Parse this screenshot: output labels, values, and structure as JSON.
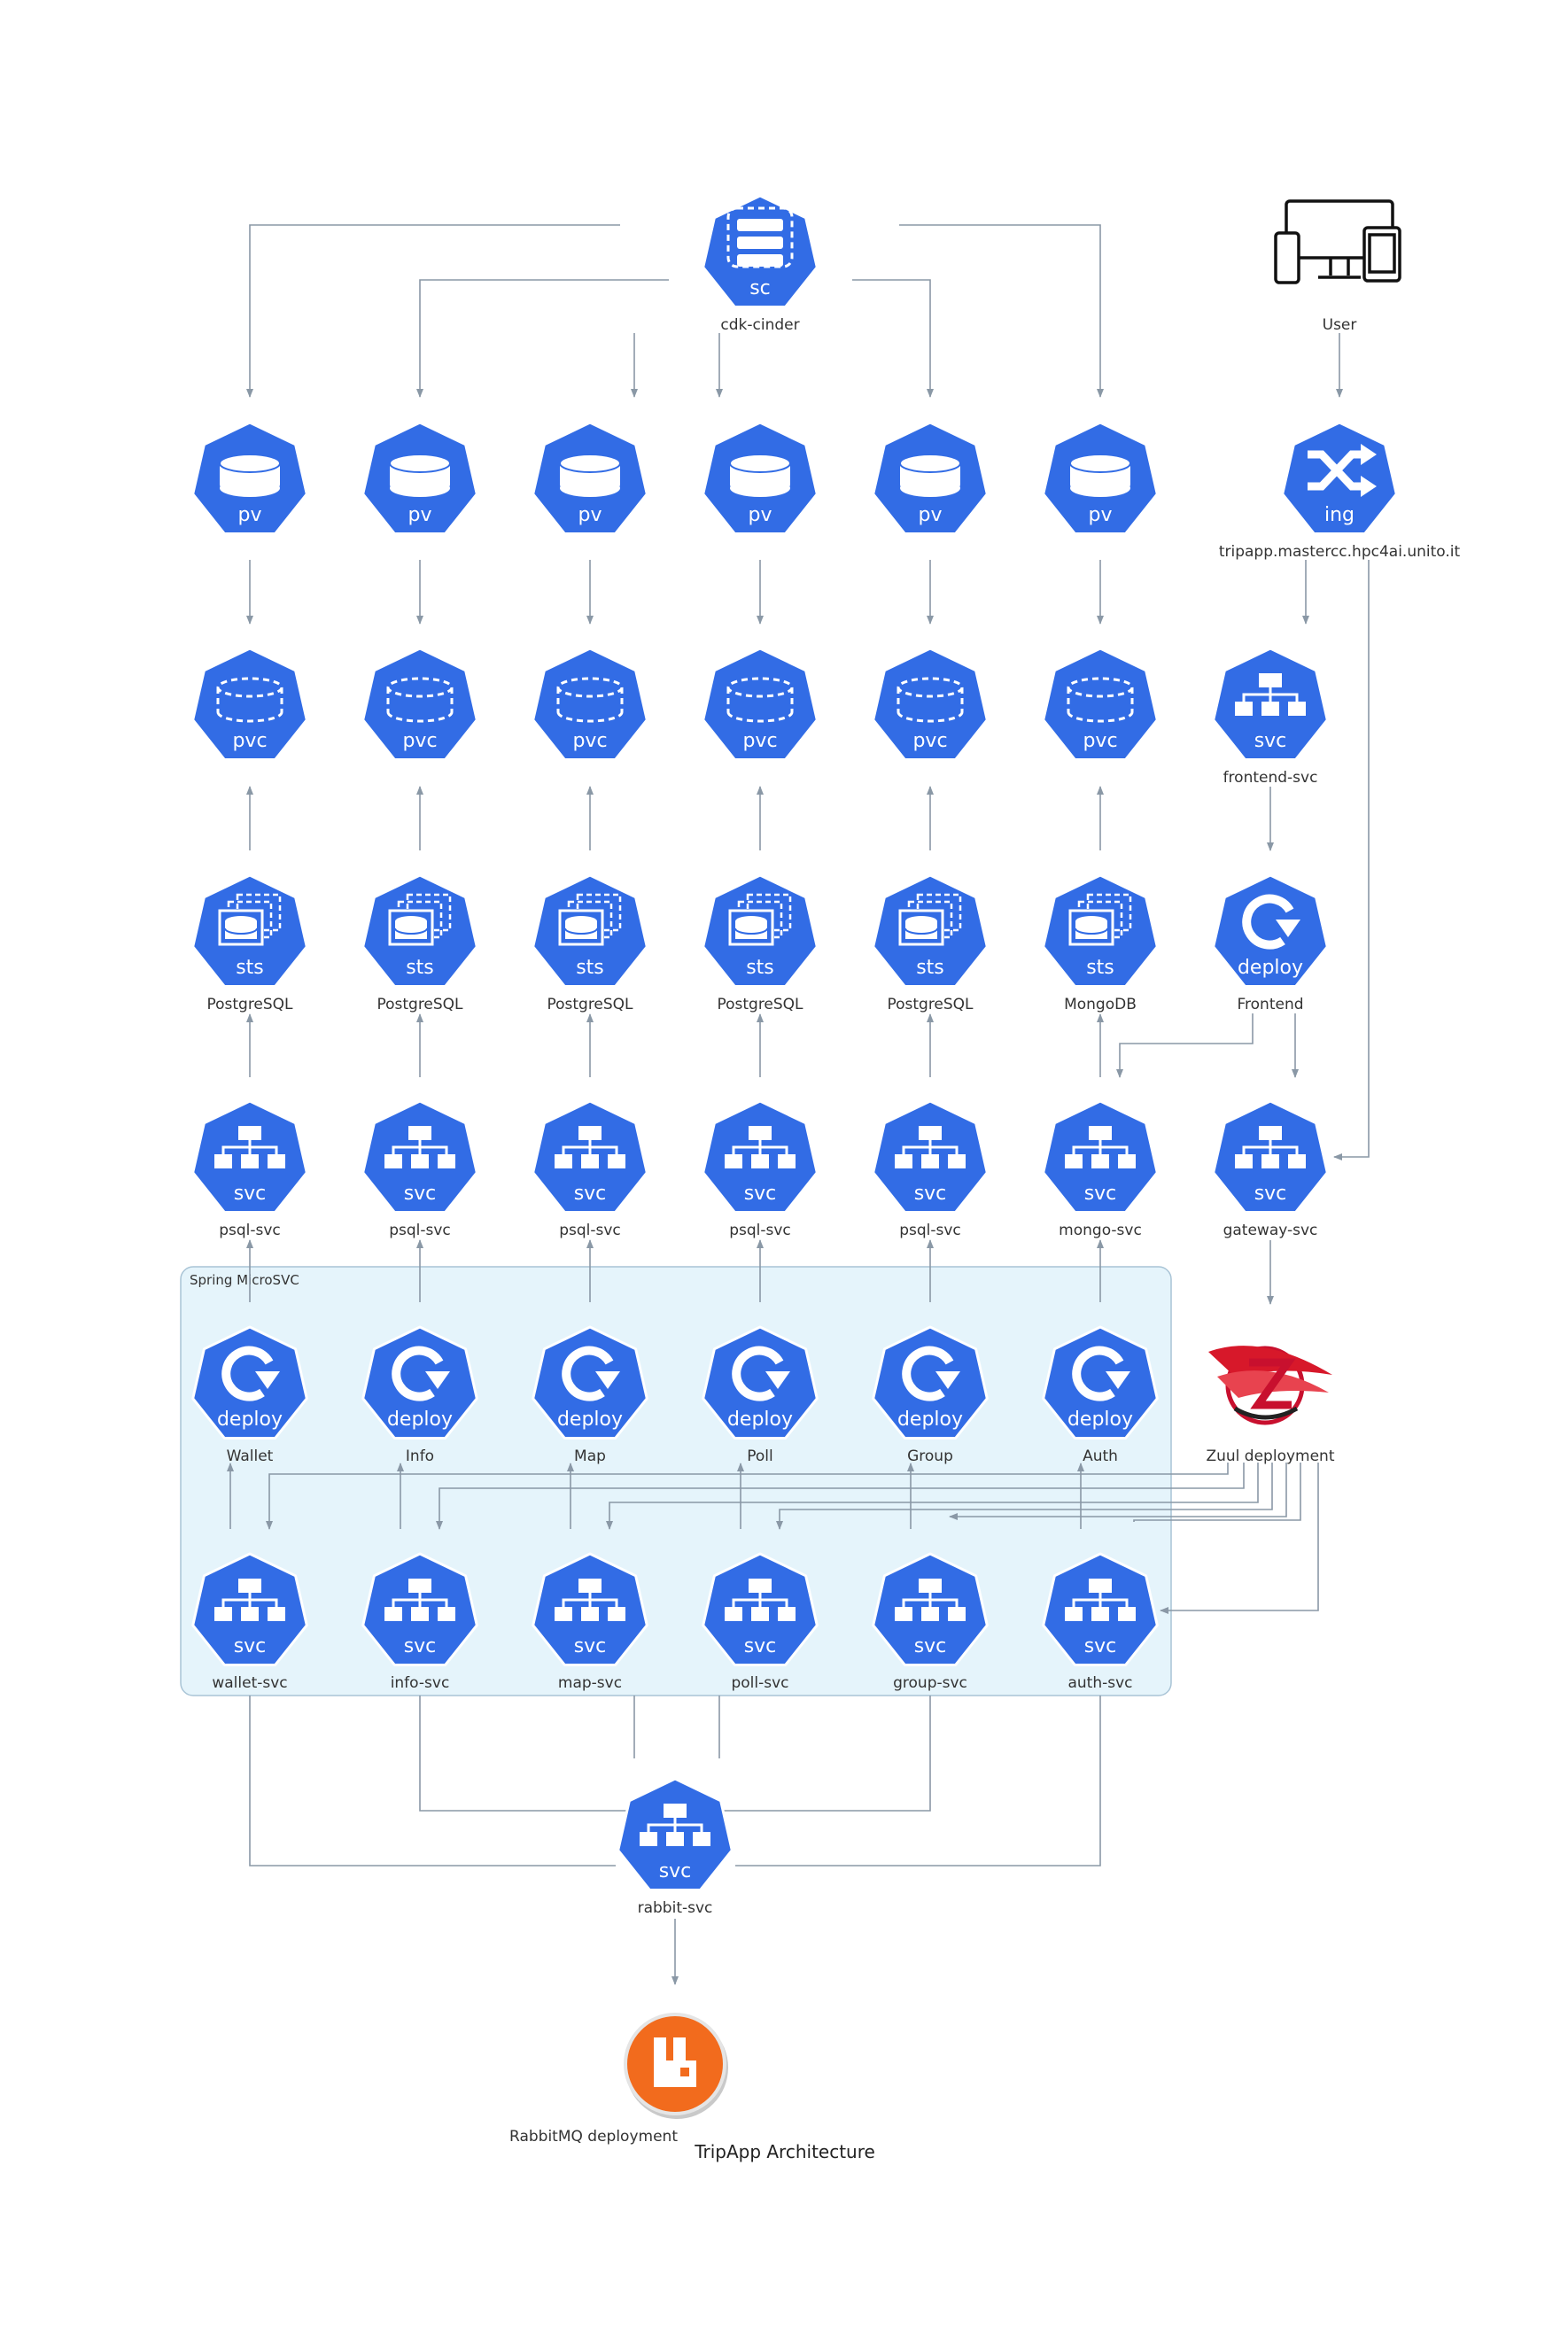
{
  "title": "TripApp Architecture",
  "colors": {
    "k8s": "#326ce5",
    "edge": "#8a98a6",
    "cluster_fill": "#e5f4fb",
    "cluster_stroke": "#a9c4d6"
  },
  "cluster": {
    "label": "Spring MicroSVC"
  },
  "nodes": {
    "sc": {
      "kind": "sc",
      "label": "cdk-cinder",
      "icon": "storage-class-icon"
    },
    "user": {
      "label": "User",
      "icon": "devices-icon"
    },
    "ing": {
      "kind": "ing",
      "label": "tripapp.mastercc.hpc4ai.unito.it",
      "icon": "ingress-icon"
    },
    "pv1": {
      "kind": "pv",
      "label": "",
      "icon": "persistent-volume-icon"
    },
    "pv2": {
      "kind": "pv",
      "label": "",
      "icon": "persistent-volume-icon"
    },
    "pv3": {
      "kind": "pv",
      "label": "",
      "icon": "persistent-volume-icon"
    },
    "pv4": {
      "kind": "pv",
      "label": "",
      "icon": "persistent-volume-icon"
    },
    "pv5": {
      "kind": "pv",
      "label": "",
      "icon": "persistent-volume-icon"
    },
    "pv6": {
      "kind": "pv",
      "label": "",
      "icon": "persistent-volume-icon"
    },
    "pvc1": {
      "kind": "pvc",
      "label": "",
      "icon": "persistent-volume-claim-icon"
    },
    "pvc2": {
      "kind": "pvc",
      "label": "",
      "icon": "persistent-volume-claim-icon"
    },
    "pvc3": {
      "kind": "pvc",
      "label": "",
      "icon": "persistent-volume-claim-icon"
    },
    "pvc4": {
      "kind": "pvc",
      "label": "",
      "icon": "persistent-volume-claim-icon"
    },
    "pvc5": {
      "kind": "pvc",
      "label": "",
      "icon": "persistent-volume-claim-icon"
    },
    "pvc6": {
      "kind": "pvc",
      "label": "",
      "icon": "persistent-volume-claim-icon"
    },
    "frontend_svc": {
      "kind": "svc",
      "label": "frontend-svc",
      "icon": "service-icon"
    },
    "sts1": {
      "kind": "sts",
      "label": "PostgreSQL",
      "icon": "statefulset-icon"
    },
    "sts2": {
      "kind": "sts",
      "label": "PostgreSQL",
      "icon": "statefulset-icon"
    },
    "sts3": {
      "kind": "sts",
      "label": "PostgreSQL",
      "icon": "statefulset-icon"
    },
    "sts4": {
      "kind": "sts",
      "label": "PostgreSQL",
      "icon": "statefulset-icon"
    },
    "sts5": {
      "kind": "sts",
      "label": "PostgreSQL",
      "icon": "statefulset-icon"
    },
    "sts6": {
      "kind": "sts",
      "label": "MongoDB",
      "icon": "statefulset-icon"
    },
    "frontend": {
      "kind": "deploy",
      "label": "Frontend",
      "icon": "deployment-icon"
    },
    "dbsvc1": {
      "kind": "svc",
      "label": "psql-svc",
      "icon": "service-icon"
    },
    "dbsvc2": {
      "kind": "svc",
      "label": "psql-svc",
      "icon": "service-icon"
    },
    "dbsvc3": {
      "kind": "svc",
      "label": "psql-svc",
      "icon": "service-icon"
    },
    "dbsvc4": {
      "kind": "svc",
      "label": "psql-svc",
      "icon": "service-icon"
    },
    "dbsvc5": {
      "kind": "svc",
      "label": "psql-svc",
      "icon": "service-icon"
    },
    "dbsvc6": {
      "kind": "svc",
      "label": "mongo-svc",
      "icon": "service-icon"
    },
    "gateway": {
      "kind": "svc",
      "label": "gateway-svc",
      "icon": "service-icon"
    },
    "dep1": {
      "kind": "deploy",
      "label": "Wallet",
      "icon": "deployment-icon"
    },
    "dep2": {
      "kind": "deploy",
      "label": "Info",
      "icon": "deployment-icon"
    },
    "dep3": {
      "kind": "deploy",
      "label": "Map",
      "icon": "deployment-icon"
    },
    "dep4": {
      "kind": "deploy",
      "label": "Poll",
      "icon": "deployment-icon"
    },
    "dep5": {
      "kind": "deploy",
      "label": "Group",
      "icon": "deployment-icon"
    },
    "dep6": {
      "kind": "deploy",
      "label": "Auth",
      "icon": "deployment-icon"
    },
    "zuul": {
      "label": "Zuul deployment",
      "icon": "zuul-logo-icon"
    },
    "msvc1": {
      "kind": "svc",
      "label": "wallet-svc",
      "icon": "service-icon"
    },
    "msvc2": {
      "kind": "svc",
      "label": "info-svc",
      "icon": "service-icon"
    },
    "msvc3": {
      "kind": "svc",
      "label": "map-svc",
      "icon": "service-icon"
    },
    "msvc4": {
      "kind": "svc",
      "label": "poll-svc",
      "icon": "service-icon"
    },
    "msvc5": {
      "kind": "svc",
      "label": "group-svc",
      "icon": "service-icon"
    },
    "msvc6": {
      "kind": "svc",
      "label": "auth-svc",
      "icon": "service-icon"
    },
    "rabbit_svc": {
      "kind": "svc",
      "label": "rabbit-svc",
      "icon": "service-icon"
    },
    "rabbitmq": {
      "label": "RabbitMQ deployment",
      "icon": "rabbitmq-logo-icon"
    }
  }
}
